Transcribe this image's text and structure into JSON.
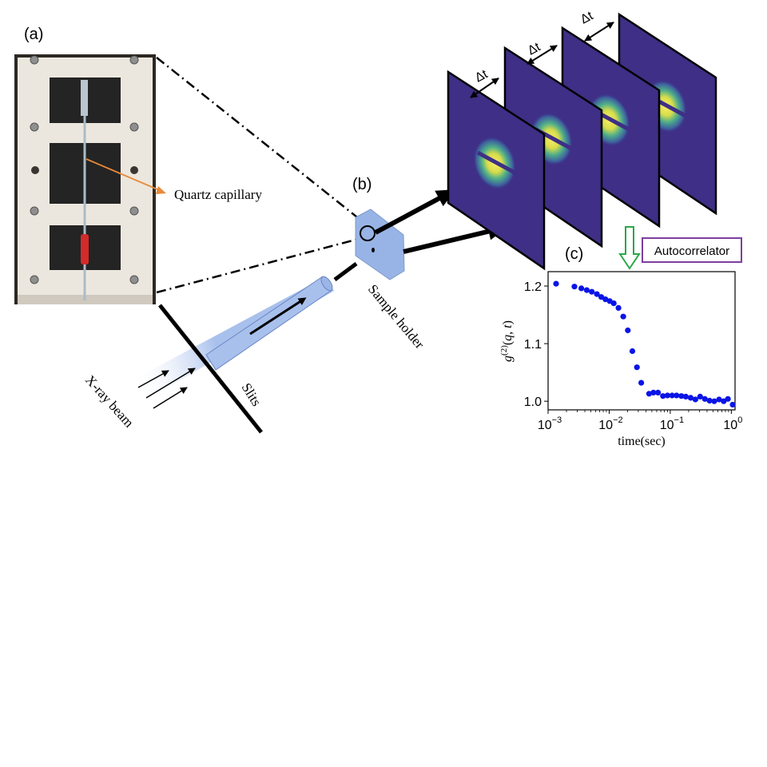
{
  "panels": {
    "a": "(a)",
    "b": "(b)",
    "c": "(c)"
  },
  "labels": {
    "capillary": "Quartz capillary",
    "sample_holder": "Sample holder",
    "slits": "Slits",
    "xray_beam": "X-ray beam",
    "autocorrelator": "Autocorrelator",
    "delta_t": "Δt"
  },
  "colors": {
    "detector": "#3f2f86",
    "speckle_core": "#f4e65a",
    "beam": "#a8c0ec",
    "holder": "#98b4e6",
    "capillary_pointer": "#e88a3a",
    "autocorrelator_border": "#7e3fa0",
    "down_arrow": "#2aa84a",
    "data_points": "#0a14e6"
  },
  "chart_data": {
    "type": "scatter",
    "title": "",
    "xlabel": "time(sec)",
    "ylabel": "g^(2)(q, t)",
    "xscale": "log",
    "xlim": [
      0.001,
      1.15
    ],
    "ylim": [
      0.985,
      1.225
    ],
    "x_ticks": [
      {
        "value": 0.001,
        "base": "10",
        "exp": "−3"
      },
      {
        "value": 0.01,
        "base": "10",
        "exp": "−2"
      },
      {
        "value": 0.1,
        "base": "10",
        "exp": "−1"
      },
      {
        "value": 1,
        "base": "10",
        "exp": "0"
      }
    ],
    "y_ticks": [
      {
        "value": 1.0,
        "label": "1.0"
      },
      {
        "value": 1.1,
        "label": "1.1"
      },
      {
        "value": 1.2,
        "label": "1.2"
      }
    ],
    "series": [
      {
        "points": [
          [
            0.00135,
            1.204
          ],
          [
            0.0027,
            1.199
          ],
          [
            0.0035,
            1.196
          ],
          [
            0.0043,
            1.193
          ],
          [
            0.0052,
            1.19
          ],
          [
            0.0063,
            1.186
          ],
          [
            0.0074,
            1.181
          ],
          [
            0.0087,
            1.177
          ],
          [
            0.0102,
            1.174
          ],
          [
            0.0119,
            1.17
          ],
          [
            0.0142,
            1.162
          ],
          [
            0.017,
            1.147
          ],
          [
            0.0202,
            1.123
          ],
          [
            0.024,
            1.087
          ],
          [
            0.0285,
            1.059
          ],
          [
            0.0335,
            1.032
          ],
          [
            0.045,
            1.013
          ],
          [
            0.053,
            1.015
          ],
          [
            0.063,
            1.015
          ],
          [
            0.076,
            1.009
          ],
          [
            0.09,
            1.01
          ],
          [
            0.107,
            1.01
          ],
          [
            0.127,
            1.01
          ],
          [
            0.152,
            1.009
          ],
          [
            0.18,
            1.008
          ],
          [
            0.216,
            1.006
          ],
          [
            0.258,
            1.003
          ],
          [
            0.308,
            1.008
          ],
          [
            0.368,
            1.004
          ],
          [
            0.44,
            1.001
          ],
          [
            0.525,
            1.0
          ],
          [
            0.63,
            1.003
          ],
          [
            0.75,
            1.0
          ],
          [
            0.88,
            1.004
          ],
          [
            1.05,
            0.994
          ]
        ]
      }
    ]
  }
}
